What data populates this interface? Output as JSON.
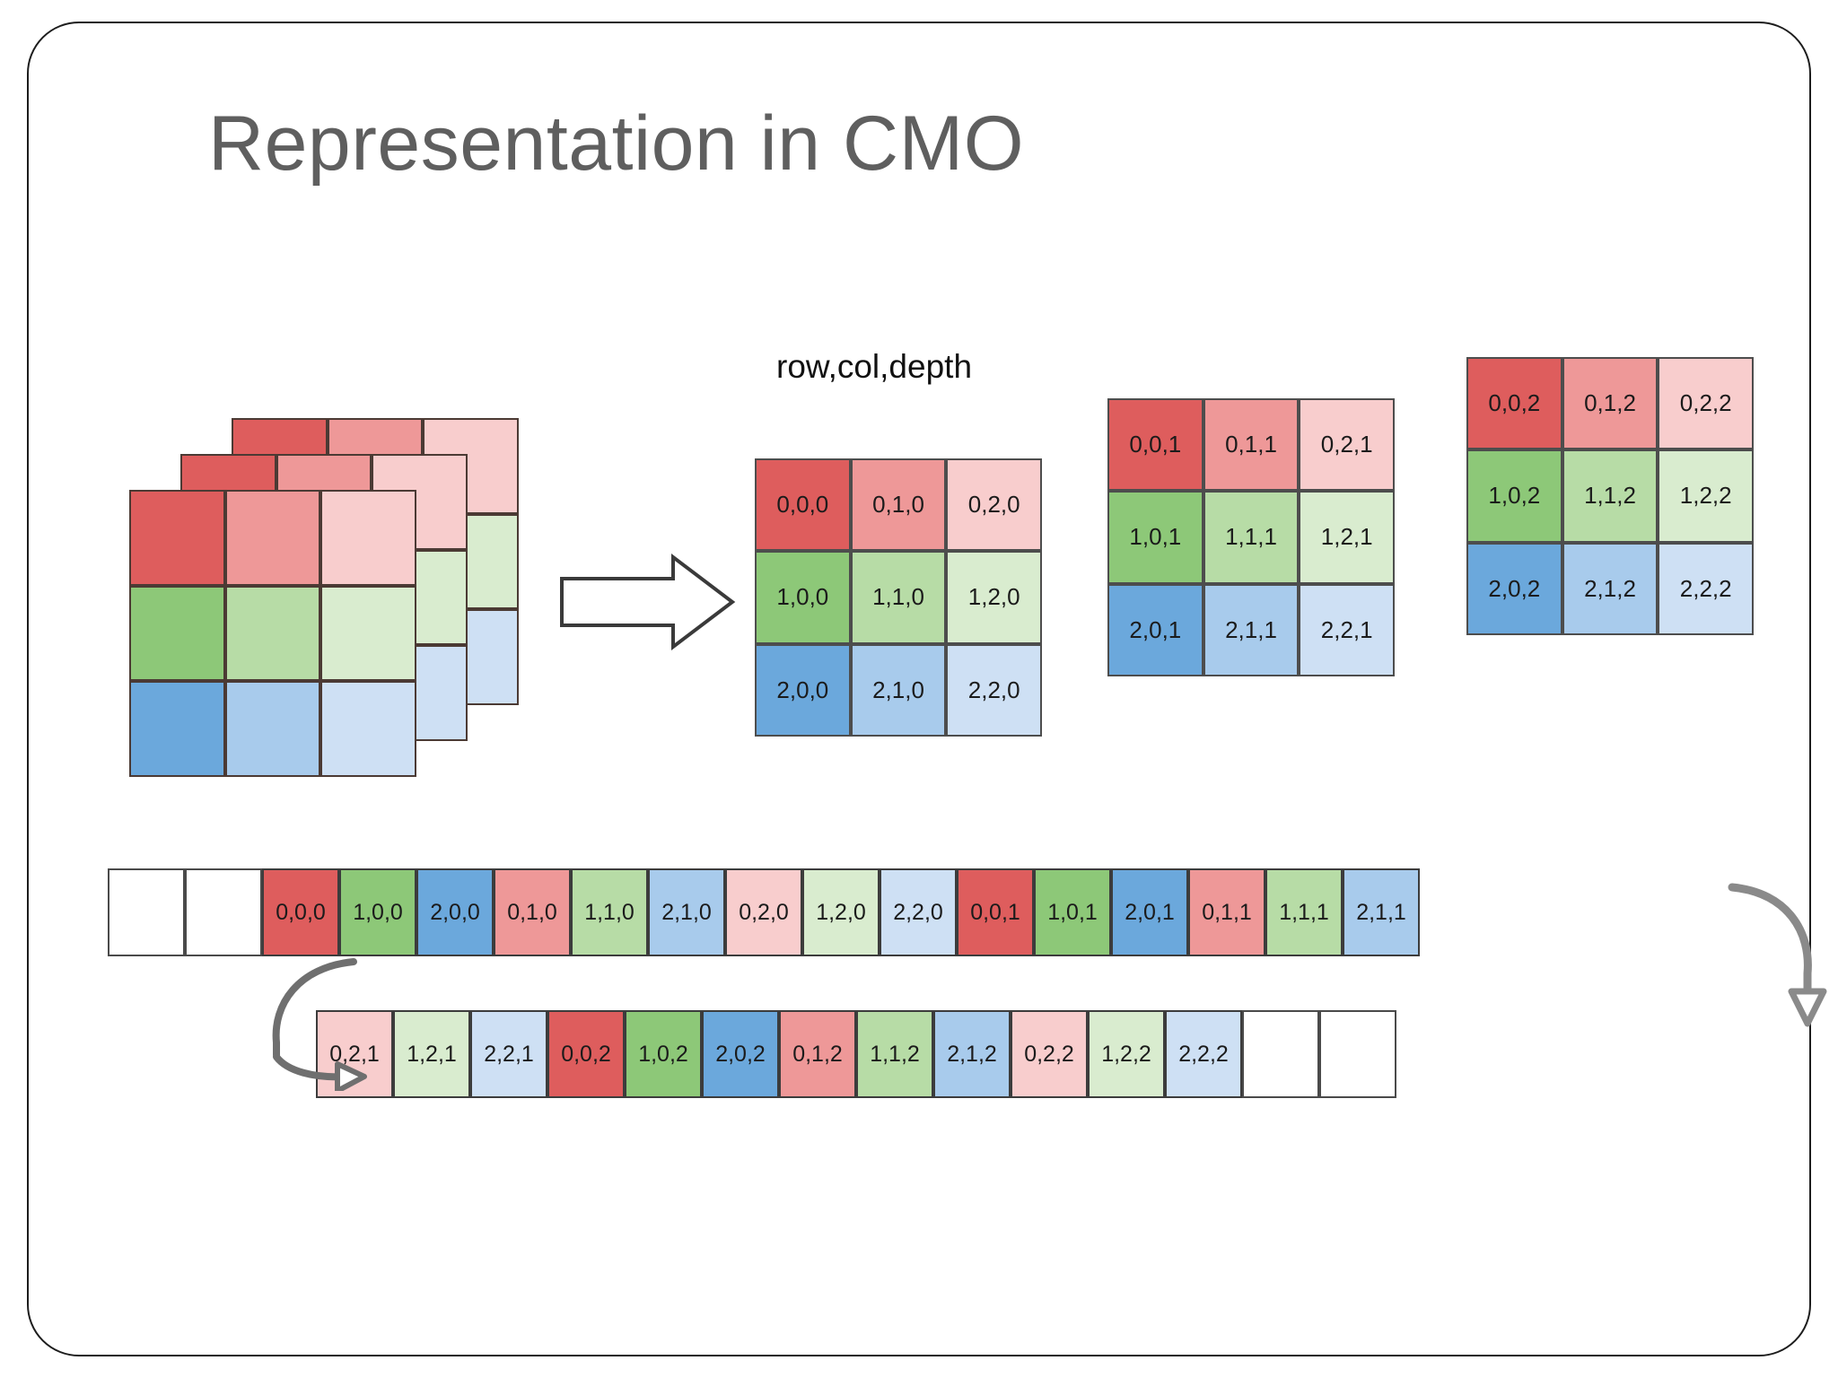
{
  "slide": {
    "title": "Representation in CMO",
    "axis_label": "row,col,depth"
  },
  "colors": {
    "red_dark": "#DE5D5D",
    "red_mid": "#EE9898",
    "red_light": "#F8CDCD",
    "green_dark": "#8DC878",
    "green_mid": "#B7DCA6",
    "green_light": "#D9ECCF",
    "blue_dark": "#6BA8DC",
    "blue_mid": "#A8CBEC",
    "blue_light": "#CEE0F4",
    "border": "#4d4d4d",
    "title_color": "#5f5f5f",
    "frame": "#1d1d1d"
  },
  "cube": {
    "slices": [
      {
        "name": "depth-0-slice",
        "cells": [
          "red_dark",
          "red_mid",
          "red_light",
          "green_dark",
          "green_mid",
          "green_light",
          "blue_dark",
          "blue_mid",
          "blue_light"
        ]
      },
      {
        "name": "depth-1-slice",
        "cells": [
          "red_dark",
          "red_mid",
          "red_light",
          "green_dark",
          "green_mid",
          "green_light",
          "blue_dark",
          "blue_mid",
          "blue_light"
        ]
      },
      {
        "name": "depth-2-slice",
        "cells": [
          "red_dark",
          "red_mid",
          "red_light",
          "green_dark",
          "green_mid",
          "green_light",
          "blue_dark",
          "blue_mid",
          "blue_light"
        ]
      }
    ]
  },
  "grids": [
    {
      "name": "grid-depth-0",
      "rows": [
        [
          {
            "label": "0,0,0",
            "color": "red_dark"
          },
          {
            "label": "0,1,0",
            "color": "red_mid"
          },
          {
            "label": "0,2,0",
            "color": "red_light"
          }
        ],
        [
          {
            "label": "1,0,0",
            "color": "green_dark"
          },
          {
            "label": "1,1,0",
            "color": "green_mid"
          },
          {
            "label": "1,2,0",
            "color": "green_light"
          }
        ],
        [
          {
            "label": "2,0,0",
            "color": "blue_dark"
          },
          {
            "label": "2,1,0",
            "color": "blue_mid"
          },
          {
            "label": "2,2,0",
            "color": "blue_light"
          }
        ]
      ]
    },
    {
      "name": "grid-depth-1",
      "rows": [
        [
          {
            "label": "0,0,1",
            "color": "red_dark"
          },
          {
            "label": "0,1,1",
            "color": "red_mid"
          },
          {
            "label": "0,2,1",
            "color": "red_light"
          }
        ],
        [
          {
            "label": "1,0,1",
            "color": "green_dark"
          },
          {
            "label": "1,1,1",
            "color": "green_mid"
          },
          {
            "label": "1,2,1",
            "color": "green_light"
          }
        ],
        [
          {
            "label": "2,0,1",
            "color": "blue_dark"
          },
          {
            "label": "2,1,1",
            "color": "blue_mid"
          },
          {
            "label": "2,2,1",
            "color": "blue_light"
          }
        ]
      ]
    },
    {
      "name": "grid-depth-2",
      "rows": [
        [
          {
            "label": "0,0,2",
            "color": "red_dark"
          },
          {
            "label": "0,1,2",
            "color": "red_mid"
          },
          {
            "label": "0,2,2",
            "color": "red_light"
          }
        ],
        [
          {
            "label": "1,0,2",
            "color": "green_dark"
          },
          {
            "label": "1,1,2",
            "color": "green_mid"
          },
          {
            "label": "1,2,2",
            "color": "green_light"
          }
        ],
        [
          {
            "label": "2,0,2",
            "color": "blue_dark"
          },
          {
            "label": "2,1,2",
            "color": "blue_mid"
          },
          {
            "label": "2,2,2",
            "color": "blue_light"
          }
        ]
      ]
    }
  ],
  "array_top": [
    {
      "label": "",
      "color": "none"
    },
    {
      "label": "",
      "color": "none"
    },
    {
      "label": "0,0,0",
      "color": "red_dark"
    },
    {
      "label": "1,0,0",
      "color": "green_dark"
    },
    {
      "label": "2,0,0",
      "color": "blue_dark"
    },
    {
      "label": "0,1,0",
      "color": "red_mid"
    },
    {
      "label": "1,1,0",
      "color": "green_mid"
    },
    {
      "label": "2,1,0",
      "color": "blue_mid"
    },
    {
      "label": "0,2,0",
      "color": "red_light"
    },
    {
      "label": "1,2,0",
      "color": "green_light"
    },
    {
      "label": "2,2,0",
      "color": "blue_light"
    },
    {
      "label": "0,0,1",
      "color": "red_dark"
    },
    {
      "label": "1,0,1",
      "color": "green_dark"
    },
    {
      "label": "2,0,1",
      "color": "blue_dark"
    },
    {
      "label": "0,1,1",
      "color": "red_mid"
    },
    {
      "label": "1,1,1",
      "color": "green_mid"
    },
    {
      "label": "2,1,1",
      "color": "blue_mid"
    }
  ],
  "array_bottom": [
    {
      "label": "0,2,1",
      "color": "red_light"
    },
    {
      "label": "1,2,1",
      "color": "green_light"
    },
    {
      "label": "2,2,1",
      "color": "blue_light"
    },
    {
      "label": "0,0,2",
      "color": "red_dark"
    },
    {
      "label": "1,0,2",
      "color": "green_dark"
    },
    {
      "label": "2,0,2",
      "color": "blue_dark"
    },
    {
      "label": "0,1,2",
      "color": "red_mid"
    },
    {
      "label": "1,1,2",
      "color": "green_mid"
    },
    {
      "label": "2,1,2",
      "color": "blue_mid"
    },
    {
      "label": "0,2,2",
      "color": "red_light"
    },
    {
      "label": "1,2,2",
      "color": "green_light"
    },
    {
      "label": "2,2,2",
      "color": "blue_light"
    },
    {
      "label": "",
      "color": "none"
    },
    {
      "label": "",
      "color": "none"
    }
  ]
}
